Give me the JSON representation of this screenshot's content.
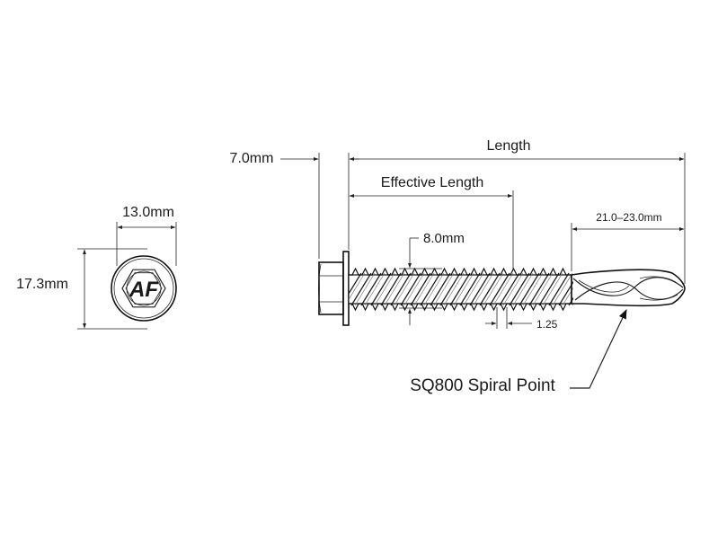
{
  "head_view": {
    "width_label": "13.0mm",
    "height_label": "17.3mm",
    "logo_text": "AF"
  },
  "side_view": {
    "head_height_label": "7.0mm",
    "length_label": "Length",
    "effective_length_label": "Effective Length",
    "thread_diameter_label": "8.0mm",
    "pitch_label": "1.25",
    "drill_point_label": "21.0–23.0mm",
    "callout_label": "SQ800 Spiral Point"
  }
}
